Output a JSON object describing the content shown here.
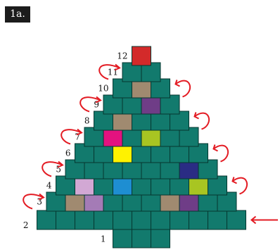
{
  "figure_label": "1a.",
  "colors": {
    "tree": "#127a6d",
    "outline": "#05362f",
    "arrow": "#e31b23",
    "star": "#d32a2a"
  },
  "row_labels": [
    "1",
    "2",
    "3",
    "4",
    "5",
    "6",
    "7",
    "8",
    "9",
    "10",
    "11",
    "12"
  ],
  "rows": [
    {
      "label": "1",
      "cells": 3,
      "ornaments": []
    },
    {
      "label": "2",
      "cells": 11,
      "ornaments": []
    },
    {
      "label": "3",
      "cells": 10,
      "ornaments": [
        {
          "cell": 1,
          "color": "#a08a70"
        },
        {
          "cell": 2,
          "color": "#a47bb6"
        },
        {
          "cell": 6,
          "color": "#a08a70"
        },
        {
          "cell": 7,
          "color": "#6f3d87"
        }
      ]
    },
    {
      "label": "4",
      "cells": 9,
      "ornaments": [
        {
          "cell": 1,
          "color": "#d2a8d4"
        },
        {
          "cell": 3,
          "color": "#1e8ed2"
        },
        {
          "cell": 7,
          "color": "#a8c522"
        }
      ]
    },
    {
      "label": "5",
      "cells": 8,
      "ornaments": [
        {
          "cell": 6,
          "color": "#2a2c84"
        }
      ]
    },
    {
      "label": "6",
      "cells": 7,
      "ornaments": [
        {
          "cell": 2,
          "color": "#fff200"
        }
      ]
    },
    {
      "label": "7",
      "cells": 6,
      "ornaments": [
        {
          "cell": 1,
          "color": "#e3127f"
        },
        {
          "cell": 3,
          "color": "#a8c522"
        }
      ]
    },
    {
      "label": "8",
      "cells": 5,
      "ornaments": [
        {
          "cell": 1,
          "color": "#a08a70"
        }
      ]
    },
    {
      "label": "9",
      "cells": 4,
      "ornaments": [
        {
          "cell": 2,
          "color": "#6f3d87"
        }
      ]
    },
    {
      "label": "10",
      "cells": 3,
      "ornaments": [
        {
          "cell": 1,
          "color": "#a08a70"
        }
      ]
    },
    {
      "label": "11",
      "cells": 2,
      "ornaments": []
    },
    {
      "label": "12",
      "cells": 1,
      "ornaments": [
        {
          "cell": 0,
          "color": "#d32a2a"
        }
      ]
    }
  ],
  "arrows": [
    {
      "row": "2",
      "side": "right"
    },
    {
      "row": "3",
      "side": "left"
    },
    {
      "row": "4",
      "side": "right"
    },
    {
      "row": "5",
      "side": "left"
    },
    {
      "row": "6",
      "side": "right"
    },
    {
      "row": "7",
      "side": "left"
    },
    {
      "row": "8",
      "side": "right"
    },
    {
      "row": "9",
      "side": "left"
    },
    {
      "row": "10",
      "side": "right"
    },
    {
      "row": "11",
      "side": "left"
    }
  ]
}
